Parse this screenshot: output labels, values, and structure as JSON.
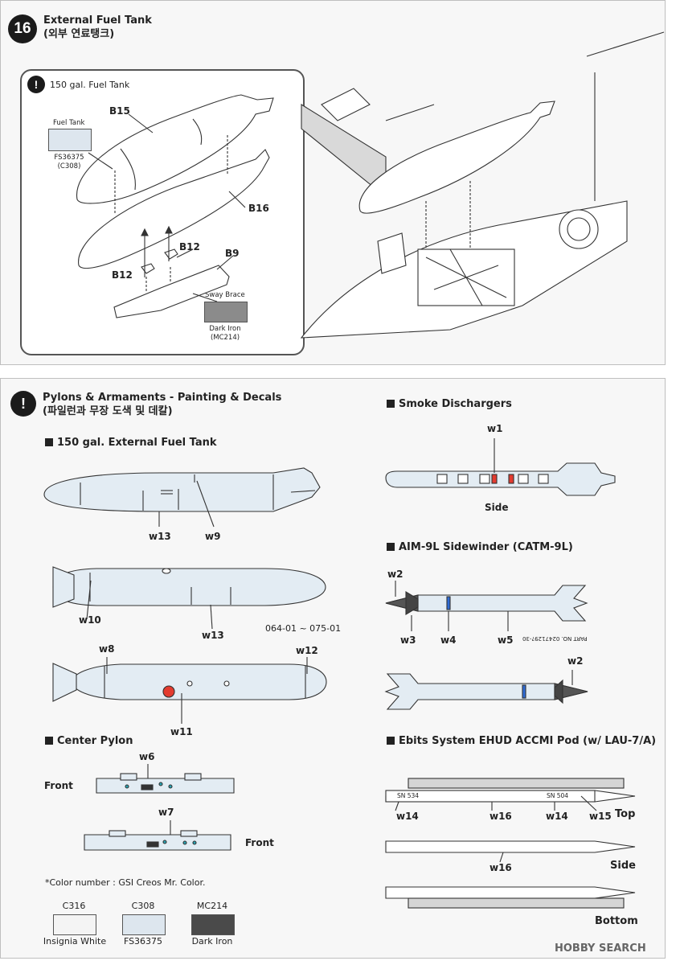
{
  "step16": {
    "number": "16",
    "title_en": "External Fuel Tank",
    "title_kr": "(외부 연료탱크)",
    "callout": {
      "icon": "!",
      "title": "150 gal. Fuel Tank",
      "fuel_tank_label": "Fuel Tank",
      "fuel_tank_fs": "FS36375",
      "fuel_tank_code": "(C308)",
      "parts": [
        "B15",
        "B16",
        "B12",
        "B12",
        "B9"
      ],
      "sway_brace_label": "Sway Brace",
      "sway_brace_color": "Dark Iron",
      "sway_brace_code": "(MC214)"
    }
  },
  "painting": {
    "icon": "!",
    "title_en": "Pylons & Armaments - Painting & Decals",
    "title_kr": "(파일런과 무장 도색 및 데칼)",
    "fuel_tank_section": {
      "title": "150 gal. External Fuel Tank",
      "decals": [
        "w13",
        "w9",
        "w10",
        "w13",
        "w8",
        "w12",
        "w11"
      ],
      "serial_range": "064-01 ~ 075-01"
    },
    "center_pylon_section": {
      "title": "Center Pylon",
      "decals": [
        "w6",
        "w7"
      ],
      "front_labels": [
        "Front",
        "Front"
      ]
    },
    "smoke_section": {
      "title": "Smoke Dischargers",
      "decals": [
        "w1"
      ],
      "view": "Side"
    },
    "aim9_section": {
      "title": "AIM-9L Sidewinder (CATM-9L)",
      "decals": [
        "w2",
        "w3",
        "w4",
        "w5",
        "w2"
      ],
      "part_no": "PART NO. 0247129?-30"
    },
    "ebits_section": {
      "title": "Ebits System EHUD ACCMI Pod (w/ LAU-7/A)",
      "decals": [
        "w14",
        "w16",
        "w14",
        "w15",
        "w16"
      ],
      "views": [
        "Top",
        "Side",
        "Bottom"
      ],
      "serials": [
        "SN 534",
        "SN 504"
      ]
    },
    "color_note": "*Color number : GSI Creos Mr. Color.",
    "swatches": [
      {
        "code": "C316",
        "name": "Insignia White",
        "hex": "#f4f4f4"
      },
      {
        "code": "C308",
        "name": "FS36375",
        "hex": "#dde6ee"
      },
      {
        "code": "MC214",
        "name": "Dark Iron",
        "hex": "#4a4a4a"
      }
    ]
  },
  "colors": {
    "tank_fill": "#e3ecf3",
    "panel_bg": "#f7f7f7",
    "red_decal": "#e33b2f",
    "blue_band": "#2e6bd6",
    "sway_brace_gray": "#8b8b8b"
  },
  "watermark": "HOBBY SEARCH"
}
